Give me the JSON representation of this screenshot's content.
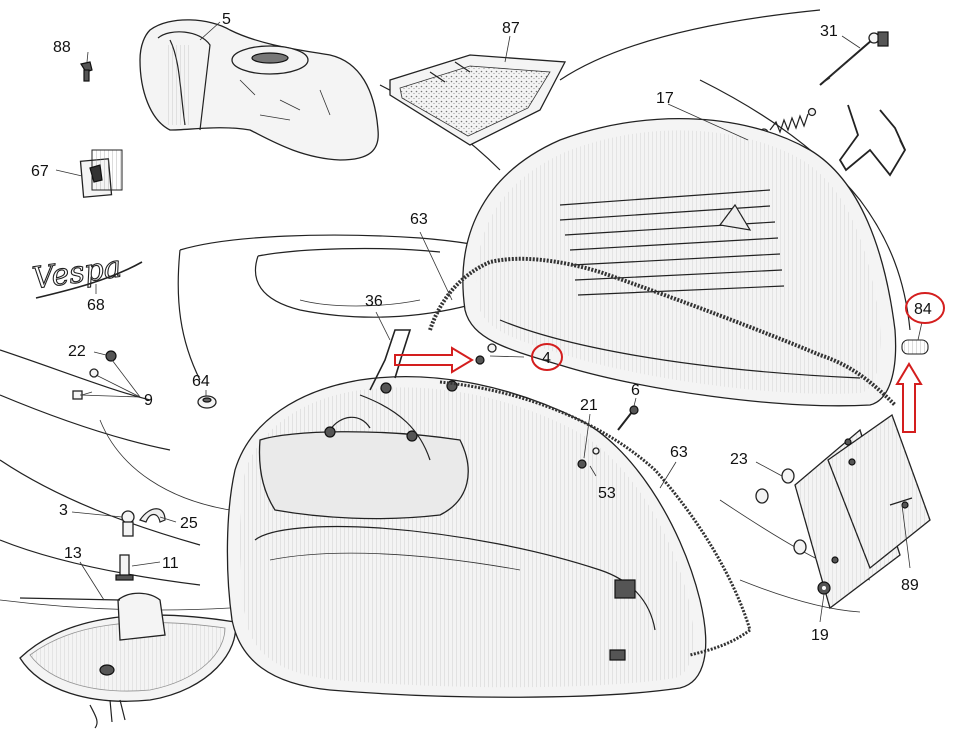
{
  "diagram": {
    "logo_text": "Vespa",
    "highlight_color": "#d41e1e",
    "callouts": [
      {
        "id": "c88",
        "label": "88"
      },
      {
        "id": "c5",
        "label": "5"
      },
      {
        "id": "c87",
        "label": "87"
      },
      {
        "id": "c31",
        "label": "31"
      },
      {
        "id": "c17",
        "label": "17"
      },
      {
        "id": "c67",
        "label": "67"
      },
      {
        "id": "c68",
        "label": "68"
      },
      {
        "id": "c63a",
        "label": "63"
      },
      {
        "id": "c84",
        "label": "84"
      },
      {
        "id": "c36",
        "label": "36"
      },
      {
        "id": "c4",
        "label": "4"
      },
      {
        "id": "c22",
        "label": "22"
      },
      {
        "id": "c9",
        "label": "9"
      },
      {
        "id": "c64",
        "label": "64"
      },
      {
        "id": "c21",
        "label": "21"
      },
      {
        "id": "c6",
        "label": "6"
      },
      {
        "id": "c63b",
        "label": "63"
      },
      {
        "id": "c53",
        "label": "53"
      },
      {
        "id": "c23",
        "label": "23"
      },
      {
        "id": "c3",
        "label": "3"
      },
      {
        "id": "c25",
        "label": "25"
      },
      {
        "id": "c13",
        "label": "13"
      },
      {
        "id": "c11",
        "label": "11"
      },
      {
        "id": "c89",
        "label": "89"
      },
      {
        "id": "c19",
        "label": "19"
      }
    ]
  }
}
